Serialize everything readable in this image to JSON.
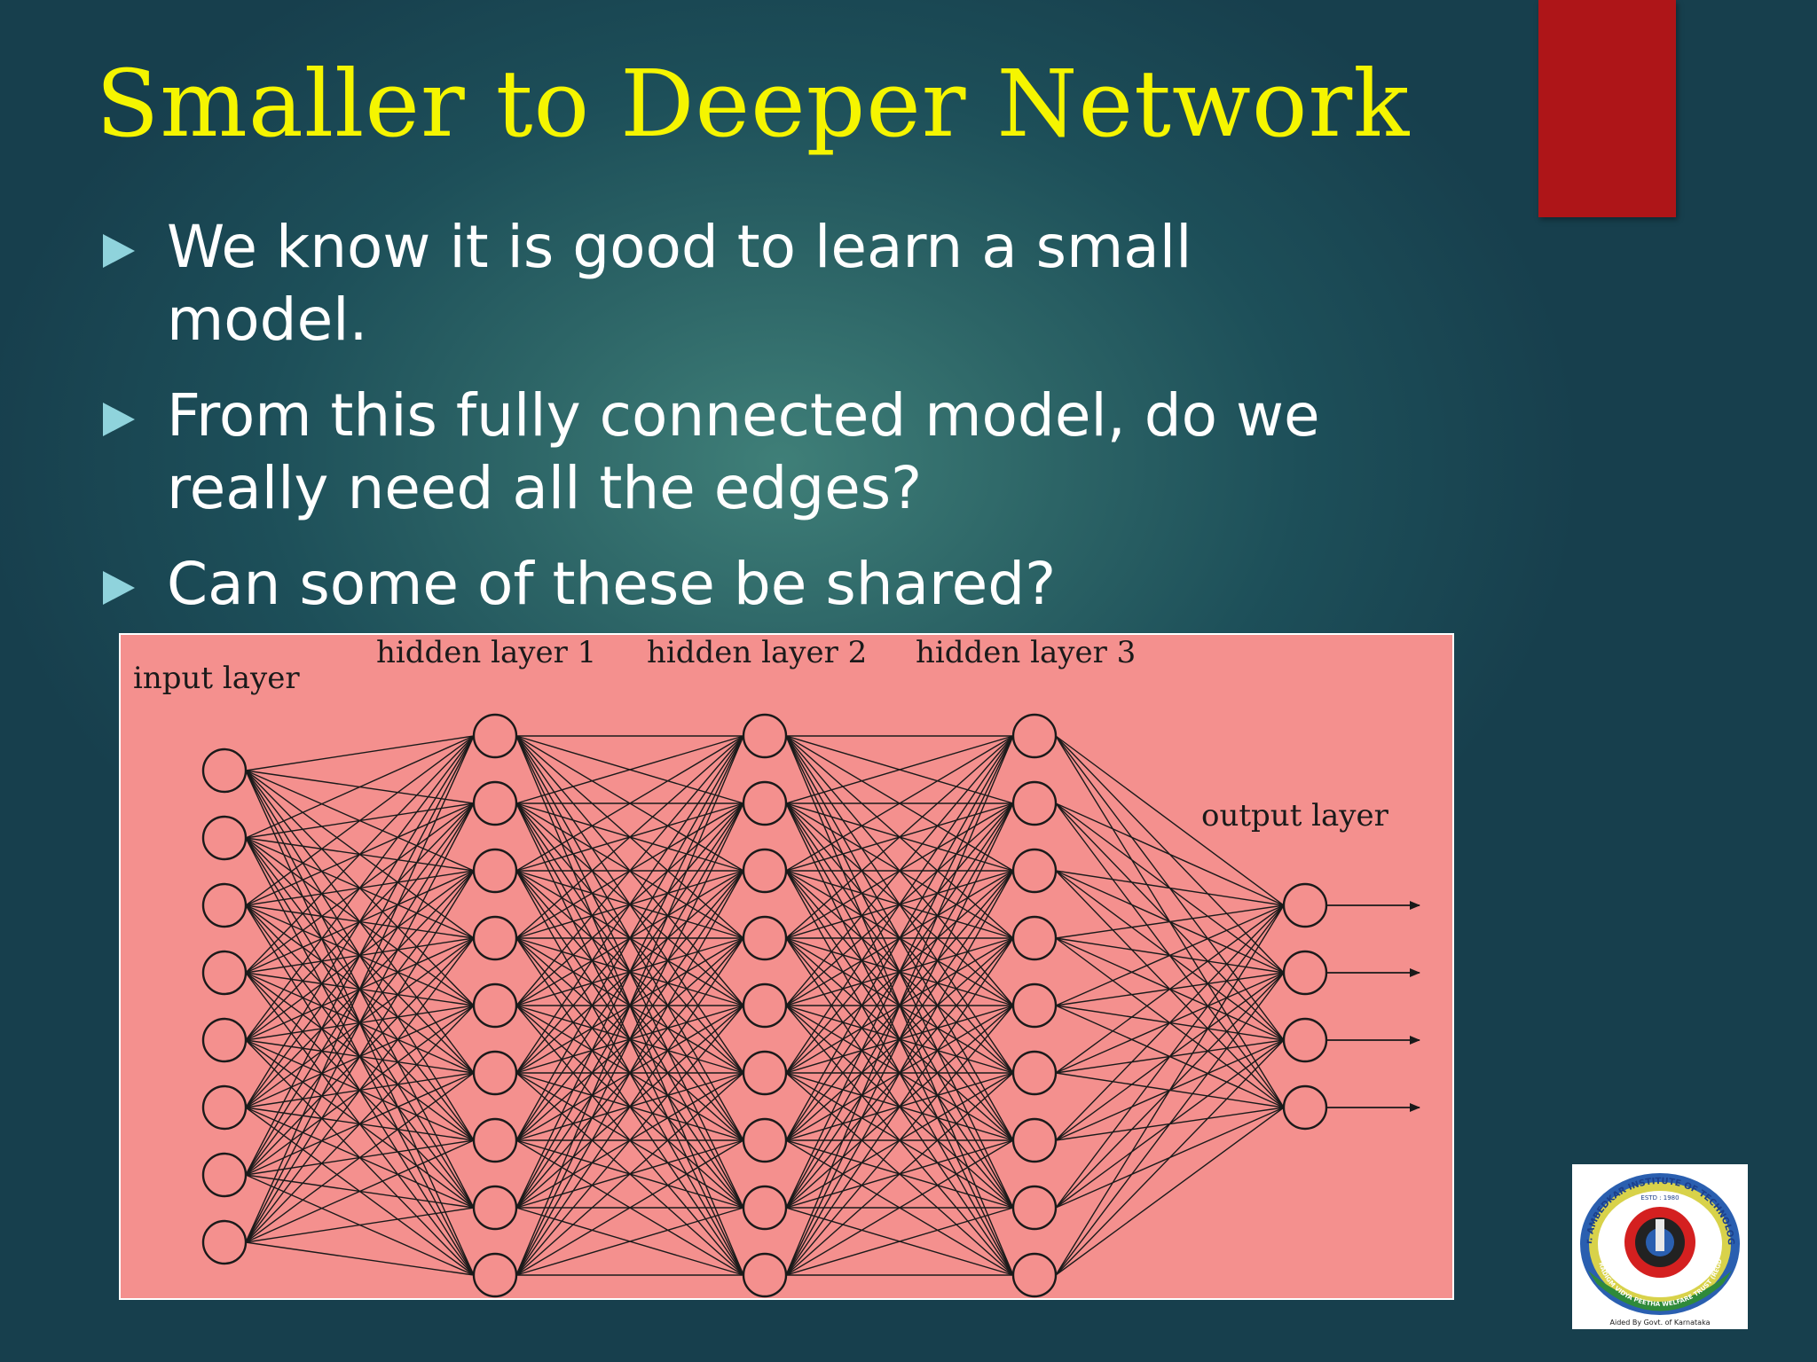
{
  "slide": {
    "title": "Smaller to Deeper Network",
    "bullets": [
      "We know it is good to learn a small model.",
      "From this fully connected model, do we really need all the edges?",
      "Can some of these be shared?"
    ]
  },
  "diagram": {
    "labels": {
      "input": "input layer",
      "hidden1": "hidden layer 1",
      "hidden2": "hidden layer 2",
      "hidden3": "hidden layer 3",
      "output": "output layer"
    },
    "layers": [
      {
        "name": "input",
        "nodes": 8
      },
      {
        "name": "hidden1",
        "nodes": 9
      },
      {
        "name": "hidden2",
        "nodes": 9
      },
      {
        "name": "hidden3",
        "nodes": 9
      },
      {
        "name": "output",
        "nodes": 4
      }
    ],
    "background_color": "#f4908e",
    "line_color": "#1a1a1a"
  },
  "logo": {
    "ring_text_top": "Dr. AMBEDKAR INSTITUTE OF TECHNOLOGY",
    "ring_text_bottom": "PARADIGM VIDYA PEETHA WELFARE TRUST (REGD.)",
    "estd": "ESTD : 1980",
    "footer": "Aided By Govt. of Karnataka"
  },
  "colors": {
    "title": "#f5f500",
    "accent_tab": "#ae1518",
    "bullet_marker": "#8fd3dc"
  }
}
